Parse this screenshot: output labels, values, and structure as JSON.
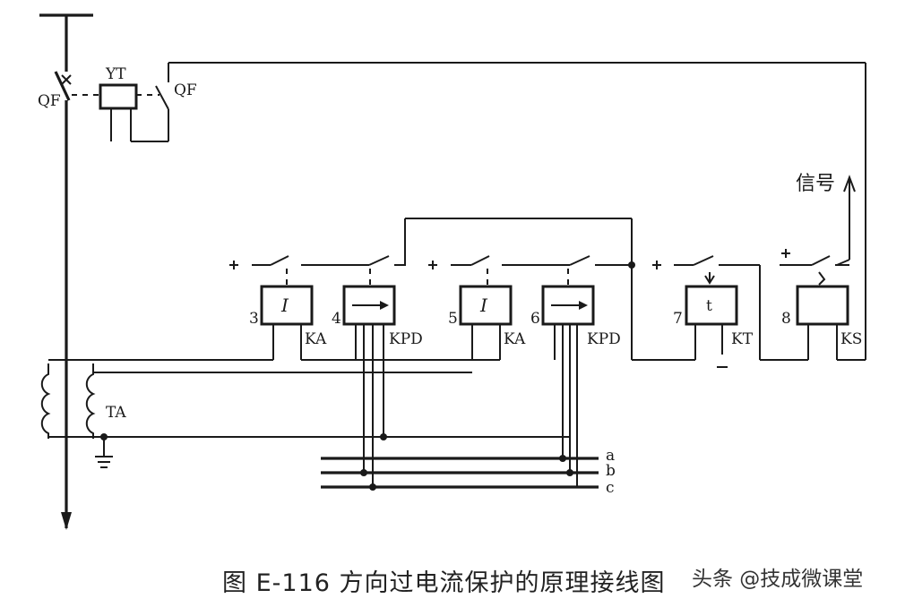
{
  "breaker": {
    "label_left": "QF",
    "label_right": "QF",
    "trip_coil": "YT"
  },
  "signal": {
    "label": "信号"
  },
  "ct": {
    "label": "TA"
  },
  "relays": [
    {
      "num": "3",
      "symbol": "I",
      "name": "KA"
    },
    {
      "num": "4",
      "symbol": "arrow",
      "name": "KPD"
    },
    {
      "num": "5",
      "symbol": "I",
      "name": "KA"
    },
    {
      "num": "6",
      "symbol": "arrow",
      "name": "KPD"
    },
    {
      "num": "7",
      "symbol": "t",
      "name": "KT"
    },
    {
      "num": "8",
      "symbol": "",
      "name": "KS"
    }
  ],
  "polarity": {
    "plus": "+",
    "minus": "−"
  },
  "buses": [
    "a",
    "b",
    "c"
  ],
  "caption": "图 E-116 方向过电流保护的原理接线图",
  "watermark": "头条 @技成微课堂",
  "colors": {
    "ink": "#1a1a1a",
    "background": "#ffffff"
  }
}
